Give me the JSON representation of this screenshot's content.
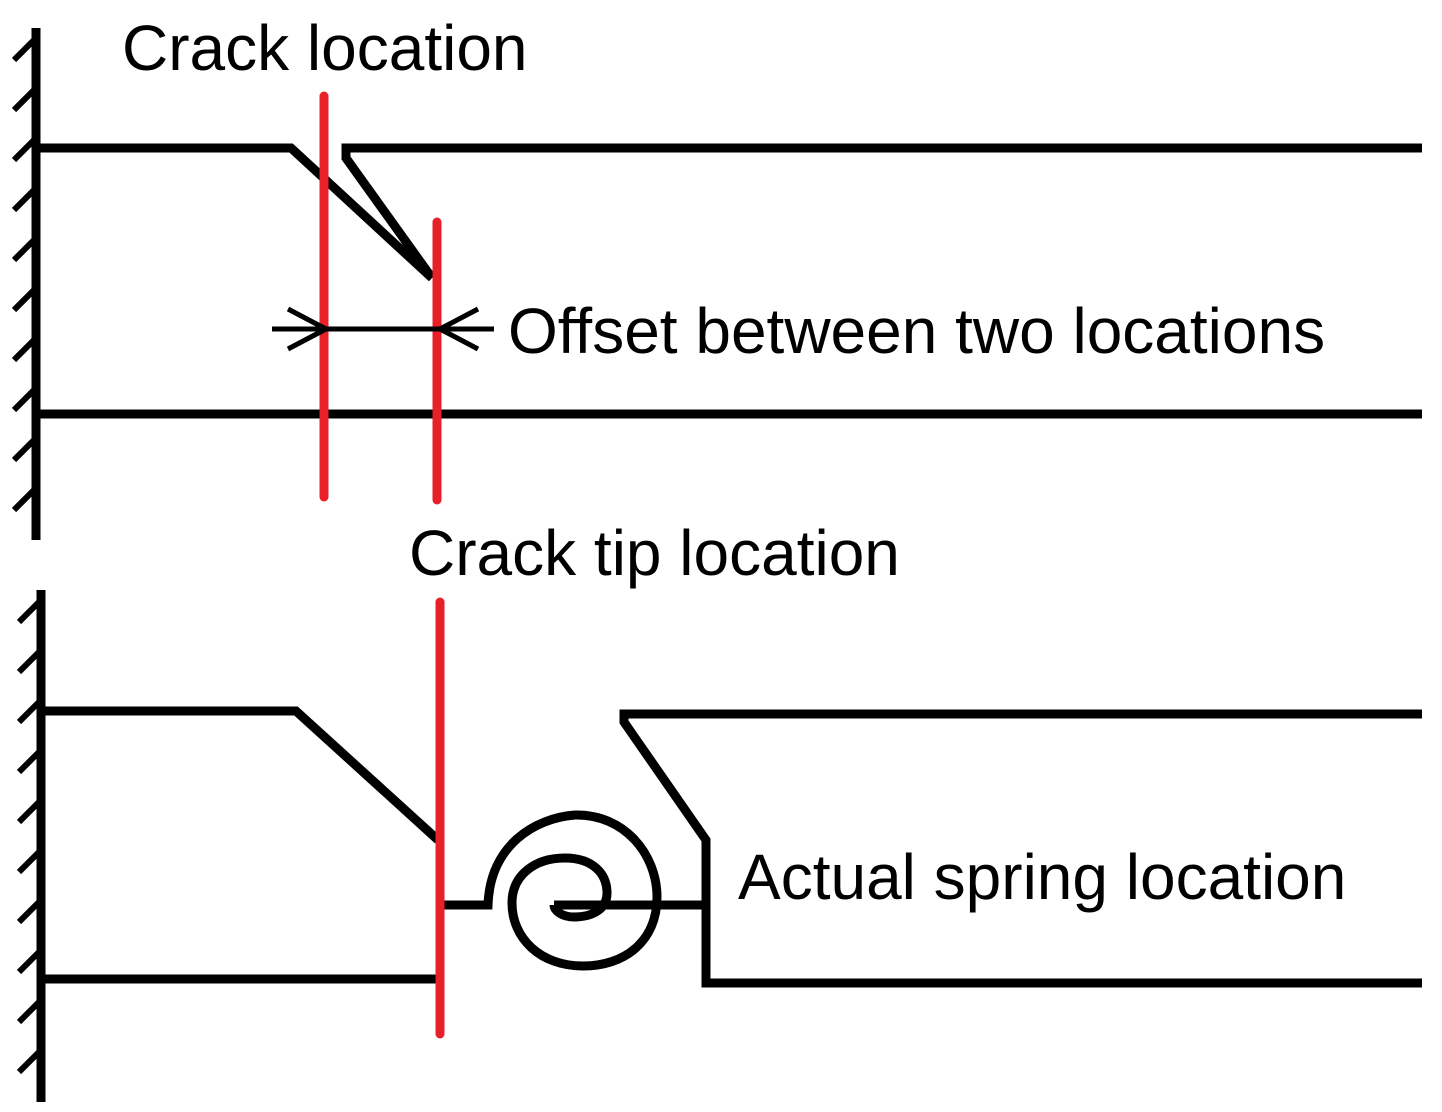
{
  "labels": {
    "crack_location": "Crack location",
    "offset": "Offset between two locations",
    "crack_tip_location": "Crack tip location",
    "spring_location": "Actual spring location"
  },
  "colors": {
    "marker": "#e8202a",
    "ink": "#000000",
    "background": "#ffffff"
  }
}
